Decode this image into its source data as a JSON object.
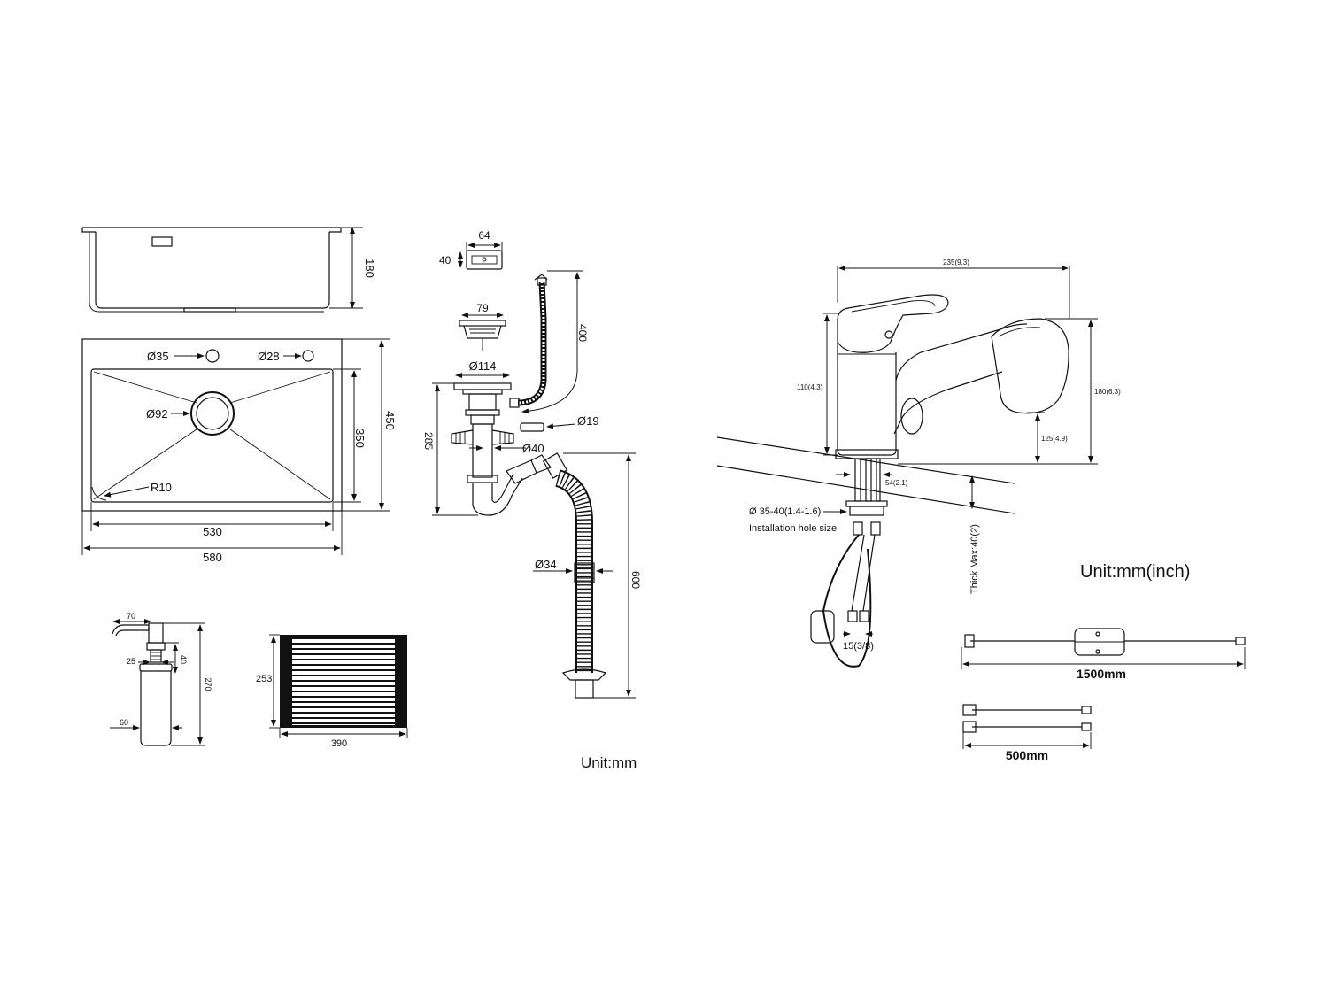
{
  "sink_side": {
    "depth": "180"
  },
  "sink_top": {
    "faucet_hole": "Ø35",
    "dispenser_hole": "Ø28",
    "drain_hole": "Ø92",
    "corner_radius": "R10",
    "inner_length": "530",
    "outer_length": "580",
    "inner_width": "350",
    "outer_width": "450"
  },
  "overflow": {
    "width": "64",
    "height": "40"
  },
  "basket": {
    "width": "79"
  },
  "drain_kit": {
    "hose_length": "400",
    "flange_dia": "Ø114",
    "overflow_dia": "Ø19",
    "pipe_dia": "Ø40",
    "trap_height": "285",
    "outlet_dia": "Ø34",
    "outlet_length": "600"
  },
  "units_left": "Unit:mm",
  "dispenser": {
    "top_width": "70",
    "neck": "25",
    "neck_height": "40",
    "height": "270",
    "body": "60"
  },
  "roll_mat": {
    "height": "253",
    "width": "390"
  },
  "faucet": {
    "overall_width": "235(9.3)",
    "body_height": "110(4.3)",
    "spout_height": "180(6.3)",
    "spout_clearance": "125(4.9)",
    "base_dia": "54(2.1)",
    "hole_size": "Ø 35-40(1.4-1.6)",
    "hole_caption": "Installation hole size",
    "thickness": "Thick Max:40(2)",
    "thread": "15(3/8)"
  },
  "units_right": "Unit:mm(inch)",
  "hoses": {
    "long": "1500mm",
    "short": "500mm"
  }
}
